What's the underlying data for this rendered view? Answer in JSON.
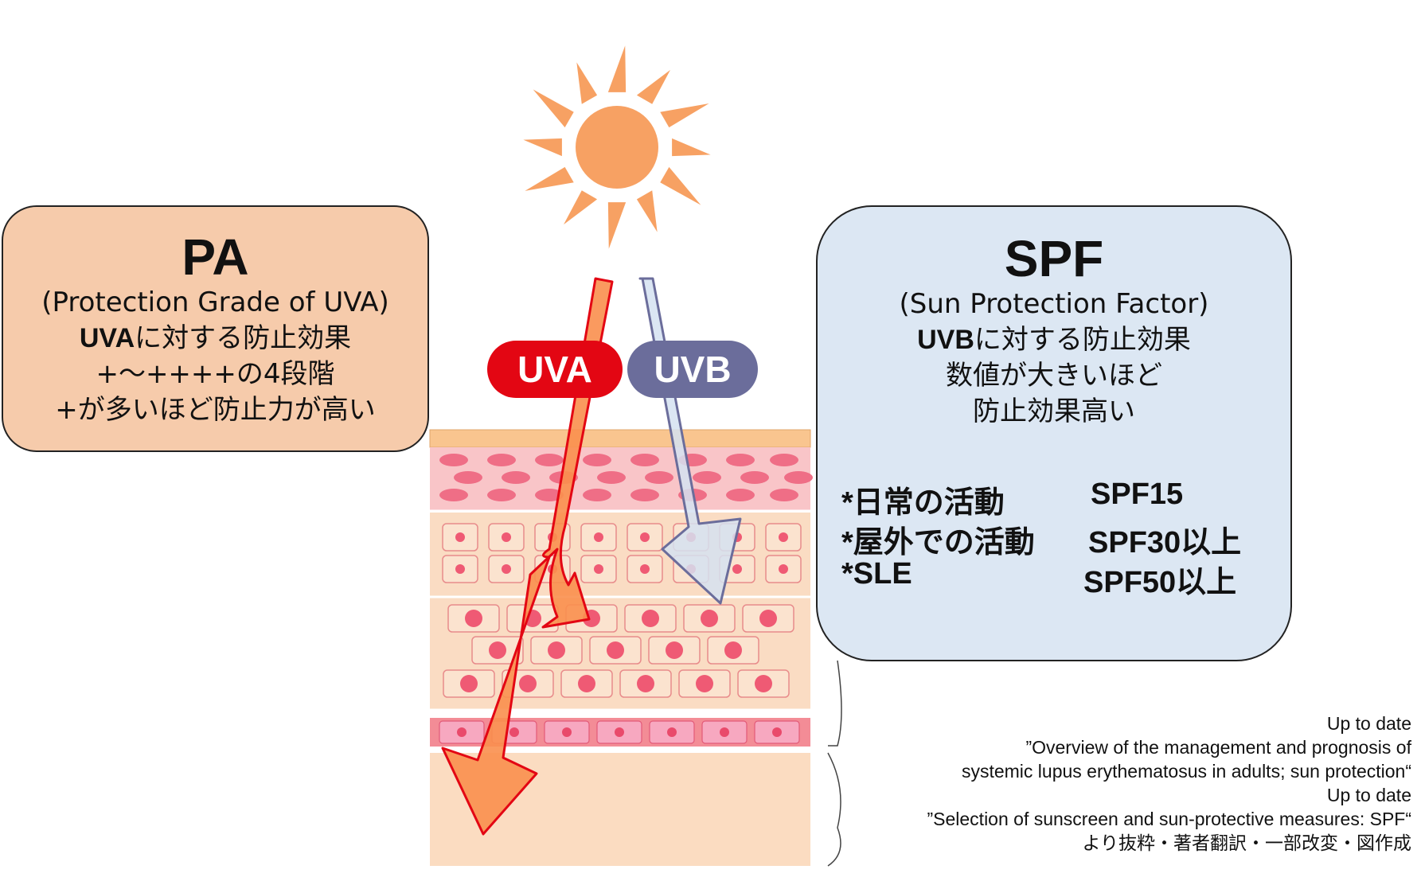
{
  "pa_box": {
    "title": "PA",
    "subtitle": "(Protection Grade of UVA)",
    "line1_bold": "UVA",
    "line1_rest": "に対する防止効果",
    "line2": "+〜++++の4段階",
    "line3": "+が多いほど防止力が高い"
  },
  "spf_box": {
    "title": "SPF",
    "subtitle": "(Sun Protection Factor)",
    "line1_bold": "UVB",
    "line1_rest": "に対する防止効果",
    "line2": "数値が大きいほど",
    "line3": "防止効果高い",
    "recommendations": [
      {
        "activity": "*日常の活動",
        "value": "SPF15"
      },
      {
        "activity": "*屋外での活動",
        "value": "SPF30以上"
      },
      {
        "activity": "*SLE",
        "value": "SPF50以上"
      }
    ]
  },
  "labels": {
    "uva": "UVA",
    "uvb": "UVB"
  },
  "references": [
    "Up to date",
    "”Overview of the management and prognosis of",
    "systemic lupus erythematosus in adults; sun protection“",
    "Up to date",
    "”Selection of sunscreen and sun-protective measures: SPF“",
    "より抜粋・著者翻訳・一部改変・図作成"
  ],
  "colors": {
    "sun": "#f7a163",
    "pa_box": "#f6cbab",
    "spf_box": "#dce7f3",
    "uva": "#e30613",
    "uvb": "#6b6d9b",
    "uva_arrow_fill": "#f98f4e",
    "uvb_arrow_fill": "#d5e2f1",
    "skin_surface": "#f9c58f",
    "epidermis_pink": "#f9c5c8",
    "epidermis_cells": "#fadcc3",
    "dermis": "#fbdcc1"
  },
  "icons": [
    "sun-icon",
    "uva-arrow-icon",
    "uvb-arrow-icon",
    "skin-layers-icon"
  ]
}
